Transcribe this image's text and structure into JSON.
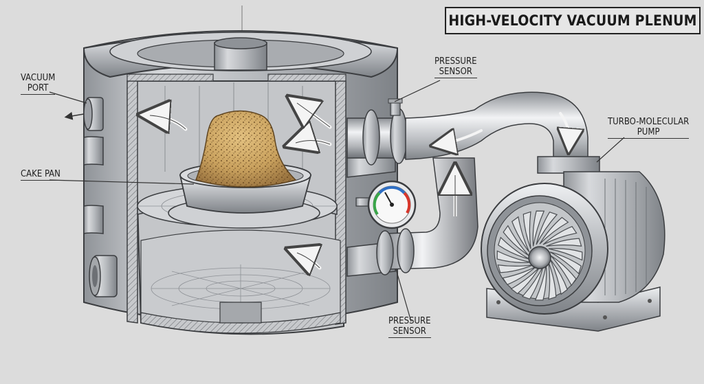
{
  "title": "HIGH-VELOCITY VACUUM PLENUM",
  "labels": {
    "vacuum_port": [
      "VACUUM",
      "PORT"
    ],
    "cake_pan": "CAKE PAN",
    "pressure_sensor_top": [
      "PRESSURE",
      "SENSOR"
    ],
    "pressure_sensor_bottom": [
      "PRESSURE",
      "SENSOR"
    ],
    "turbo_pump": [
      "TURBO-MOLECULAR",
      "PUMP"
    ]
  },
  "colors": {
    "background": "#dcdcdc",
    "metal": "#b9bcc0",
    "metal_dark": "#7d8186",
    "outline": "#3b3d40",
    "cake": "#c9a15e",
    "gauge_green": "#3aa64a",
    "gauge_red": "#d8362b",
    "gauge_blue": "#2f6fc4"
  }
}
